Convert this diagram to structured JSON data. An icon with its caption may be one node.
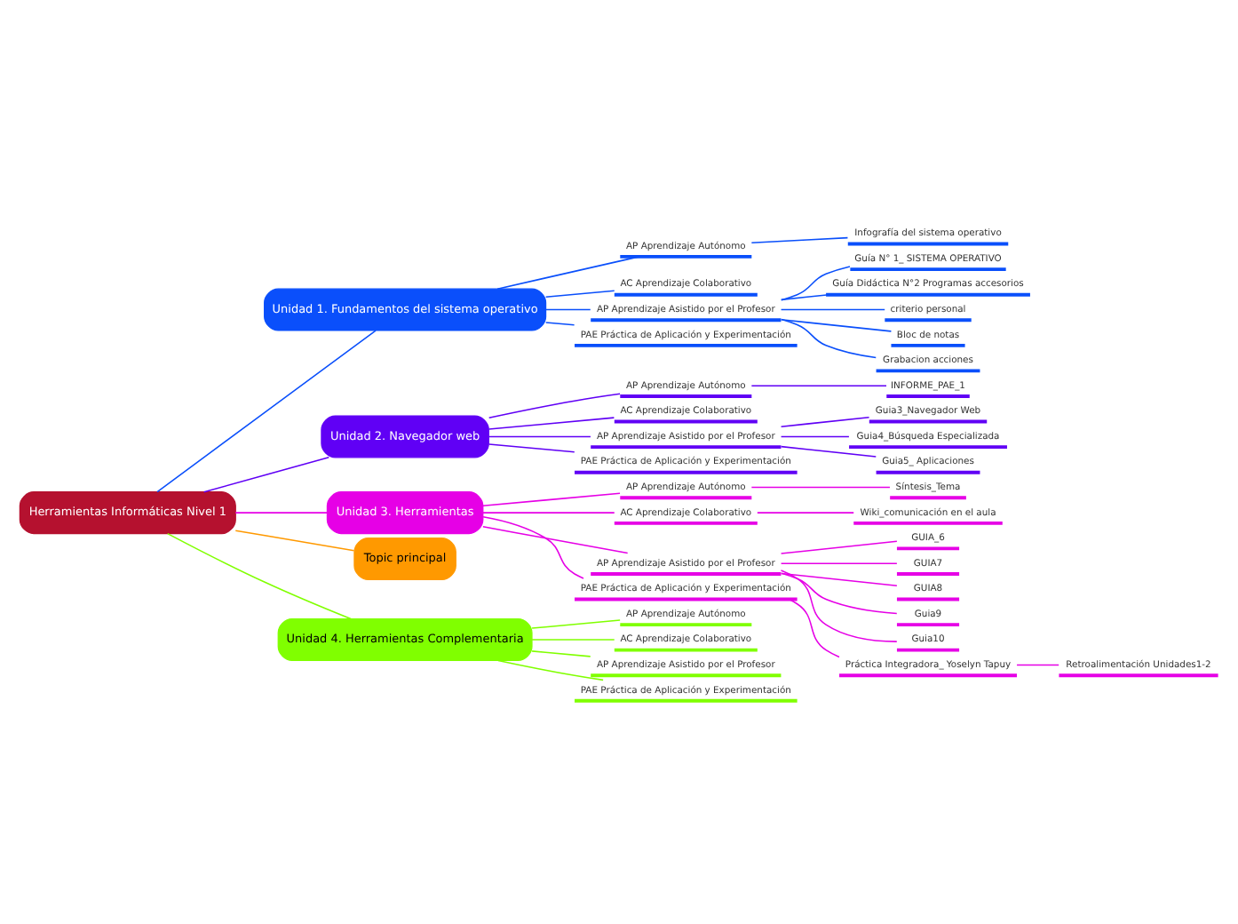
{
  "diagram": {
    "nodes": [
      {
        "text": [
          "Herramientas Informáticas Nivel 1"
        ]
      },
      {
        "text": [
          "Unidad 1. Fundamentos del sistema operativo"
        ]
      },
      {
        "text": [
          "AP Aprendizaje Autónomo"
        ]
      },
      {
        "text": [
          "Infografía del sistema operativo"
        ]
      },
      {
        "text": [
          "AC Aprendizaje Colaborativo"
        ]
      },
      {
        "text": [
          "AP Aprendizaje Asistido por el Profesor"
        ]
      },
      {
        "text": [
          "Guía N° 1_ SISTEMA OPERATIVO"
        ]
      },
      {
        "text": [
          "Guía Didáctica N°2 Programas accesorios"
        ]
      },
      {
        "text": [
          "criterio personal"
        ]
      },
      {
        "text": [
          "Bloc de notas"
        ]
      },
      {
        "text": [
          "Grabacion acciones"
        ]
      },
      {
        "text": [
          "PAE Práctica de Aplicación y Experimentación"
        ]
      },
      {
        "text": [
          "Unidad 2. Navegador web"
        ]
      },
      {
        "text": [
          "AP Aprendizaje Autónomo"
        ]
      },
      {
        "text": [
          "INFORME_PAE_1"
        ]
      },
      {
        "text": [
          "AC Aprendizaje Colaborativo"
        ]
      },
      {
        "text": [
          "AP Aprendizaje Asistido por el Profesor"
        ]
      },
      {
        "text": [
          "Guia3_Navegador Web"
        ]
      },
      {
        "text": [
          "Guia4_Búsqueda Especializada"
        ]
      },
      {
        "text": [
          "Guia5_ Aplicaciones"
        ]
      },
      {
        "text": [
          "PAE Práctica de Aplicación y Experimentación"
        ]
      },
      {
        "text": [
          "Unidad 3. Herramientas"
        ]
      },
      {
        "text": [
          "AP Aprendizaje Autónomo"
        ]
      },
      {
        "text": [
          "Síntesis_Tema"
        ]
      },
      {
        "text": [
          "AC Aprendizaje Colaborativo"
        ]
      },
      {
        "text": [
          "Wiki_comunicación en el aula"
        ]
      },
      {
        "text": [
          "AP Aprendizaje Asistido por el Profesor"
        ]
      },
      {
        "text": [
          "GUIA_6"
        ]
      },
      {
        "text": [
          "GUIA7"
        ]
      },
      {
        "text": [
          "GUIA8"
        ]
      },
      {
        "text": [
          "Guia9"
        ]
      },
      {
        "text": [
          "Guia10"
        ]
      },
      {
        "text": [
          "PAE Práctica de Aplicación y Experimentación"
        ]
      },
      {
        "text": [
          "Práctica Integradora_ Yoselyn Tapuy"
        ]
      },
      {
        "text": [
          "Retroalimentación Unidades1-2"
        ]
      },
      {
        "text": [
          "Topic principal"
        ]
      },
      {
        "text": [
          "Unidad 4. Herramientas Complementaria"
        ]
      },
      {
        "text": [
          "AP Aprendizaje Autónomo"
        ]
      },
      {
        "text": [
          "AC Aprendizaje Colaborativo"
        ]
      },
      {
        "text": [
          "AP Aprendizaje Asistido por el Profesor"
        ]
      },
      {
        "text": [
          "PAE Práctica de Aplicación y Experimentación"
        ]
      }
    ],
    "edges": [
      {
        "from": 0,
        "to": 1,
        "arrow": "none",
        "color": "#0a4ffb"
      },
      {
        "from": 1,
        "to": 2,
        "arrow": "none",
        "color": "#0a4ffb"
      },
      {
        "from": 2,
        "to": 3,
        "arrow": "none",
        "color": "#0a4ffb"
      },
      {
        "from": 1,
        "to": 4,
        "arrow": "none",
        "color": "#0a4ffb"
      },
      {
        "from": 1,
        "to": 5,
        "arrow": "none",
        "color": "#0a4ffb"
      },
      {
        "from": 5,
        "to": 6,
        "arrow": "none",
        "color": "#0a4ffb"
      },
      {
        "from": 5,
        "to": 7,
        "arrow": "none",
        "color": "#0a4ffb"
      },
      {
        "from": 5,
        "to": 8,
        "arrow": "none",
        "color": "#0a4ffb"
      },
      {
        "from": 5,
        "to": 9,
        "arrow": "none",
        "color": "#0a4ffb"
      },
      {
        "from": 5,
        "to": 10,
        "arrow": "none",
        "color": "#0a4ffb"
      },
      {
        "from": 1,
        "to": 11,
        "arrow": "none",
        "color": "#0a4ffb"
      },
      {
        "from": 0,
        "to": 12,
        "arrow": "none",
        "color": "#6000f5"
      },
      {
        "from": 12,
        "to": 13,
        "arrow": "none",
        "color": "#6000f5"
      },
      {
        "from": 13,
        "to": 14,
        "arrow": "none",
        "color": "#6000f5"
      },
      {
        "from": 12,
        "to": 15,
        "arrow": "none",
        "color": "#6000f5"
      },
      {
        "from": 12,
        "to": 16,
        "arrow": "none",
        "color": "#6000f5"
      },
      {
        "from": 16,
        "to": 17,
        "arrow": "none",
        "color": "#6000f5"
      },
      {
        "from": 16,
        "to": 18,
        "arrow": "none",
        "color": "#6000f5"
      },
      {
        "from": 16,
        "to": 19,
        "arrow": "none",
        "color": "#6000f5"
      },
      {
        "from": 12,
        "to": 20,
        "arrow": "none",
        "color": "#6000f5"
      },
      {
        "from": 0,
        "to": 21,
        "arrow": "none",
        "color": "#e600e6"
      },
      {
        "from": 21,
        "to": 22,
        "arrow": "none",
        "color": "#e600e6"
      },
      {
        "from": 22,
        "to": 23,
        "arrow": "none",
        "color": "#e600e6"
      },
      {
        "from": 21,
        "to": 24,
        "arrow": "none",
        "color": "#e600e6"
      },
      {
        "from": 24,
        "to": 25,
        "arrow": "none",
        "color": "#e600e6"
      },
      {
        "from": 21,
        "to": 26,
        "arrow": "none",
        "color": "#e600e6"
      },
      {
        "from": 26,
        "to": 27,
        "arrow": "none",
        "color": "#e600e6"
      },
      {
        "from": 26,
        "to": 28,
        "arrow": "none",
        "color": "#e600e6"
      },
      {
        "from": 26,
        "to": 29,
        "arrow": "none",
        "color": "#e600e6"
      },
      {
        "from": 26,
        "to": 30,
        "arrow": "none",
        "color": "#e600e6"
      },
      {
        "from": 26,
        "to": 31,
        "arrow": "none",
        "color": "#e600e6"
      },
      {
        "from": 21,
        "to": 32,
        "arrow": "none",
        "color": "#e600e6"
      },
      {
        "from": 32,
        "to": 33,
        "arrow": "none",
        "color": "#e600e6"
      },
      {
        "from": 33,
        "to": 34,
        "arrow": "none",
        "color": "#e600e6"
      },
      {
        "from": 0,
        "to": 35,
        "arrow": "none",
        "color": "#ff9900"
      },
      {
        "from": 0,
        "to": 36,
        "arrow": "none",
        "color": "#80ff00"
      },
      {
        "from": 36,
        "to": 37,
        "arrow": "none",
        "color": "#80ff00"
      },
      {
        "from": 36,
        "to": 38,
        "arrow": "none",
        "color": "#80ff00"
      },
      {
        "from": 36,
        "to": 39,
        "arrow": "none",
        "color": "#80ff00"
      },
      {
        "from": 36,
        "to": 40,
        "arrow": "none",
        "color": "#80ff00"
      }
    ]
  }
}
